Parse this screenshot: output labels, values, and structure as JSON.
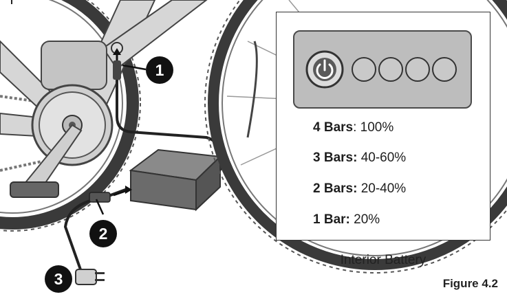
{
  "callouts": [
    "1",
    "2",
    "3"
  ],
  "indicator": {
    "power_icon": "power-icon",
    "lights_total": 4,
    "panel_color": "#bdbdbd",
    "light_color": "#c9c9c9"
  },
  "levels": [
    {
      "bars": "4 Bars",
      "sep": ":",
      "value": " 100%"
    },
    {
      "bars": "3 Bars:",
      "sep": "",
      "value": " 40-60%"
    },
    {
      "bars": "2 Bars:",
      "sep": "",
      "value": " 20-40%"
    },
    {
      "bars": "1 Bar:",
      "sep": "",
      "value": " 20%"
    }
  ],
  "interior_label": "Interior Battery",
  "figure_label": "Figure 4.2"
}
